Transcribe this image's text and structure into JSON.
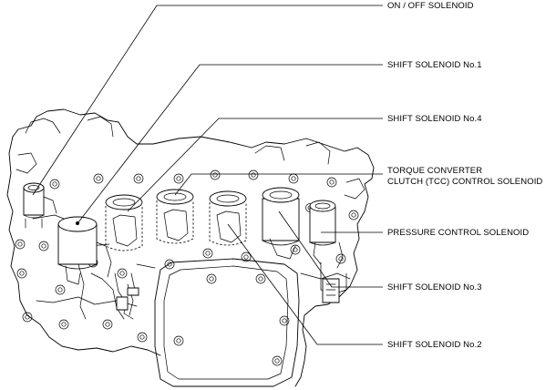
{
  "labels": {
    "on_off": "ON / OFF SOLENOID",
    "shift1": "SHIFT SOLENOID No.1",
    "shift4": "SHIFT SOLENOID No.4",
    "tcc_line1": "TORQUE CONVERTER",
    "tcc_line2": "CLUTCH (TCC) CONTROL SOLENOID",
    "pressure": "PRESSURE CONTROL SOLENOID",
    "shift3": "SHIFT SOLENOID No.3",
    "shift2": "SHIFT SOLENOID No.2"
  }
}
